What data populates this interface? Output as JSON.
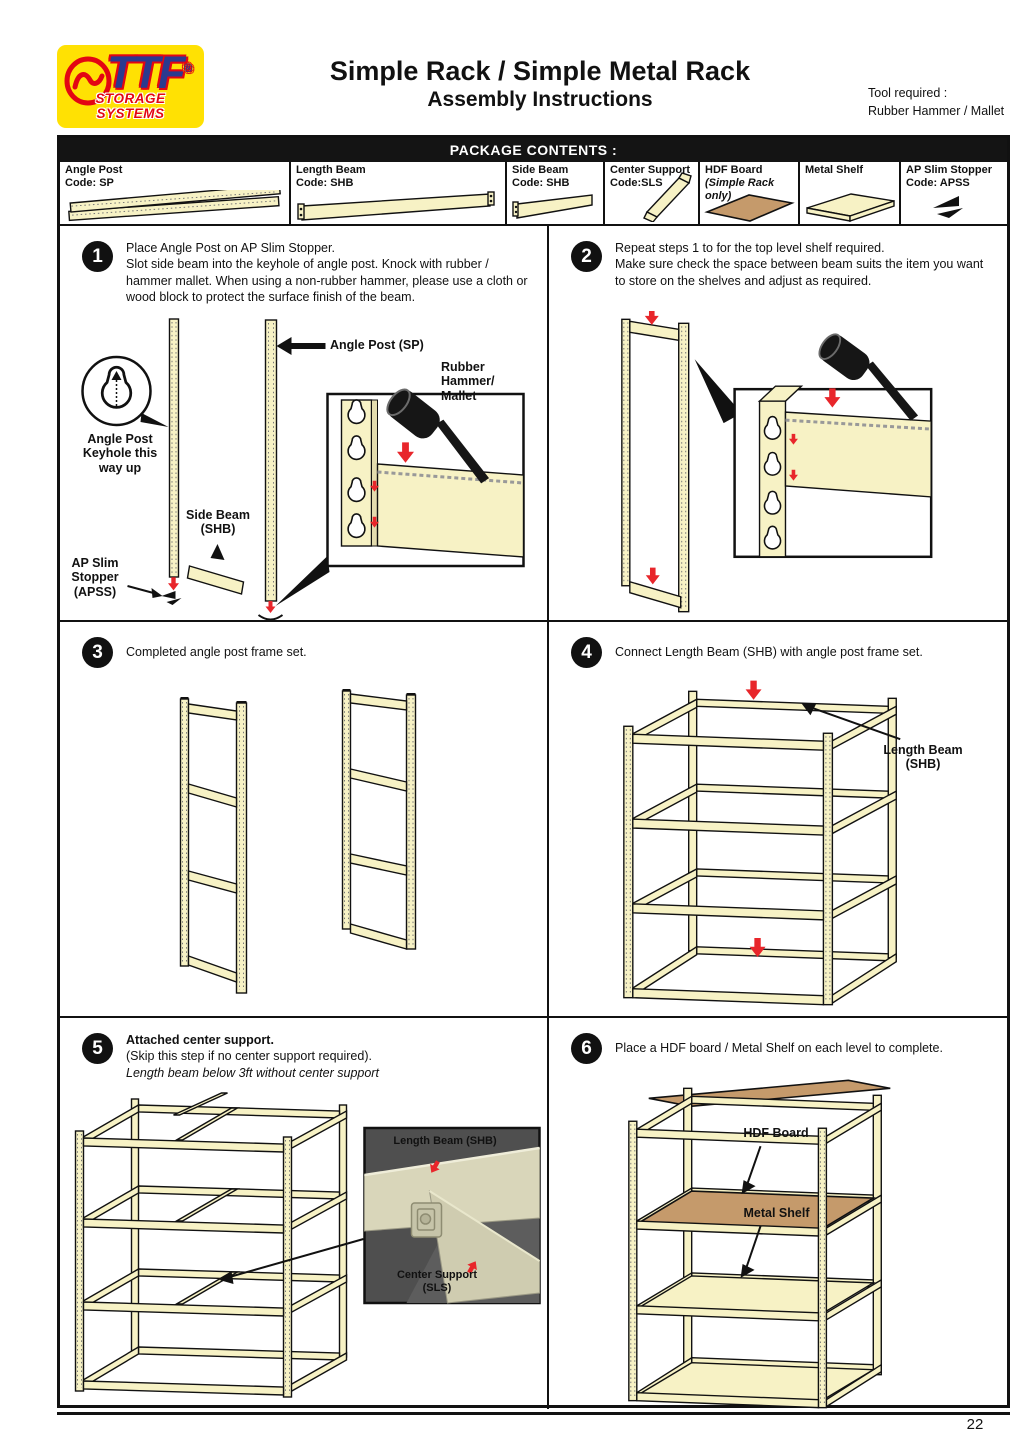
{
  "header": {
    "logo_brand": "TTF",
    "logo_reg": "®",
    "logo_tagline": "STORAGE SYSTEMS",
    "title": "Simple Rack / Simple Metal Rack",
    "subtitle": "Assembly Instructions",
    "tool_label": "Tool required :",
    "tool_value": "Rubber Hammer / Mallet"
  },
  "package": {
    "title": "PACKAGE CONTENTS :",
    "items": [
      {
        "name": "Angle Post",
        "code": "Code: SP",
        "icon": "angle-post"
      },
      {
        "name": "Length Beam",
        "code": "Code: SHB",
        "icon": "length-beam"
      },
      {
        "name": "Side Beam",
        "code": "Code: SHB",
        "icon": "side-beam"
      },
      {
        "name": "Center Support",
        "code": "Code:SLS",
        "icon": "center-support"
      },
      {
        "name": "HDF Board",
        "code": "(Simple Rack only)",
        "icon": "hdf-board"
      },
      {
        "name": "Metal Shelf",
        "code": "",
        "icon": "metal-shelf"
      },
      {
        "name": "AP Slim Stopper",
        "code": "Code: APSS",
        "icon": "ap-slim-stopper"
      }
    ]
  },
  "steps": {
    "s1": {
      "number": "1",
      "line1": "Place Angle Post on AP Slim Stopper.",
      "line2": "Slot side beam into the keyhole of angle post. Knock with rubber / hammer mallet. When using a non-rubber hammer, please use a cloth or wood block to protect the surface finish of the beam.",
      "label_angle_post": "Angle Post (SP)",
      "label_hammer": "Rubber Hammer/ Mallet",
      "label_keyhole": "Angle Post Keyhole this way up",
      "label_side_beam": "Side Beam (SHB)",
      "label_stopper": "AP Slim Stopper (APSS)"
    },
    "s2": {
      "number": "2",
      "line1": "Repeat steps 1 to for the top level shelf required.",
      "line2": "Make sure check the space between beam suits the item you want to store on the shelves and adjust as required."
    },
    "s3": {
      "number": "3",
      "line1": "Completed angle post frame set."
    },
    "s4": {
      "number": "4",
      "line1": "Connect Length Beam (SHB) with angle post frame set.",
      "label_length_beam": "Length Beam (SHB)"
    },
    "s5": {
      "number": "5",
      "line1": "Attached center support.",
      "line2": "(Skip this step if no center support required).",
      "line3": "Length beam below 3ft without center support",
      "label_length_beam": "Length Beam (SHB)",
      "label_center_support": "Center Support (SLS)"
    },
    "s6": {
      "number": "6",
      "line1": "Place a HDF board / Metal Shelf on each level to complete.",
      "label_hdf": "HDF Board",
      "label_metal": "Metal Shelf"
    }
  },
  "colors": {
    "beam": "#F7F2C5",
    "hdf_board": "#C59A6B",
    "arrow_red": "#E8262B",
    "logo_yellow": "#FFE103",
    "logo_red": "#E30613",
    "logo_blue": "#2B3A8F"
  },
  "page_number": "22"
}
